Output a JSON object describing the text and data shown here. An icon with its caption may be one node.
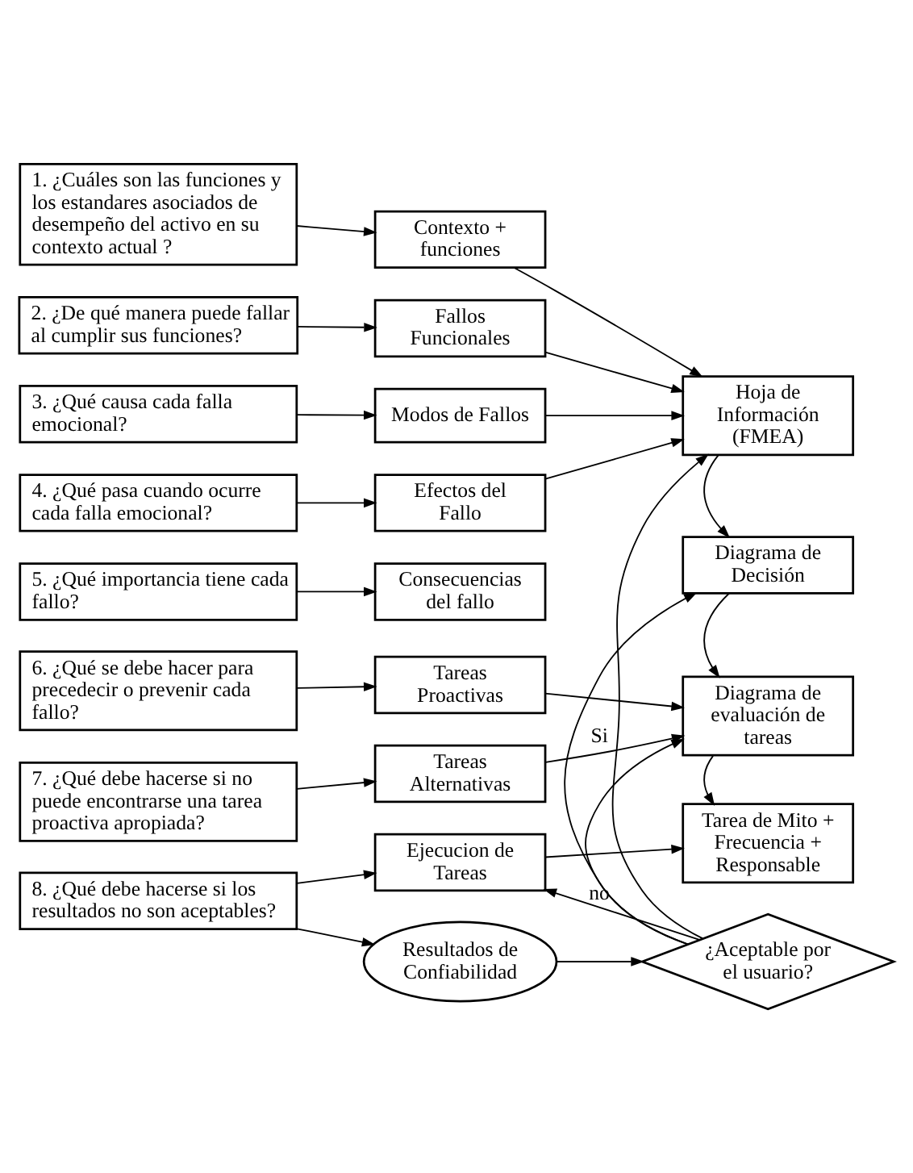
{
  "diagram": {
    "nodes": [
      {
        "text": [
          "1. ¿Cuáles son las funciones y los estandares asociados de desempeño del activo en su contexto actual ?"
        ]
      },
      {
        "text": [
          "2. ¿De qué manera puede fallar al cumplir sus funciones?"
        ]
      },
      {
        "text": [
          "3. ¿Qué causa cada falla emocional?"
        ]
      },
      {
        "text": [
          "4. ¿Qué pasa cuando ocurre cada falla emocional?"
        ]
      },
      {
        "text": [
          "5. ¿Qué importancia tiene cada fallo?"
        ]
      },
      {
        "text": [
          "6. ¿Qué se debe hacer para precedecir o prevenir cada fallo?"
        ]
      },
      {
        "text": [
          "7. ¿Qué debe hacerse si no puede encontrarse una tarea proactiva apropiada?"
        ]
      },
      {
        "text": [
          "8. ¿Qué debe hacerse si los resultados no son aceptables?"
        ]
      },
      {
        "text": [
          "Contexto + funciones"
        ]
      },
      {
        "text": [
          "Fallos Funcionales"
        ]
      },
      {
        "text": [
          "Modos de Fallos"
        ]
      },
      {
        "text": [
          "Efectos del Fallo"
        ]
      },
      {
        "text": [
          "Consecuencias del fallo"
        ]
      },
      {
        "text": [
          "Tareas Proactivas"
        ]
      },
      {
        "text": [
          "Tareas Alternativas"
        ]
      },
      {
        "text": [
          "Ejecucion de Tareas"
        ]
      },
      {
        "text": [
          "Hoja de Información (FMEA)"
        ]
      },
      {
        "text": [
          "Diagrama de Decisión"
        ]
      },
      {
        "text": [
          "Diagrama de evaluación de tareas"
        ]
      },
      {
        "text": [
          "Tarea de Mito + Frecuencia + Responsable"
        ]
      },
      {
        "text": [
          "Resultados de Confiabilidad"
        ]
      },
      {
        "text": [
          "¿Aceptable por el usuario?"
        ]
      }
    ],
    "edges": [
      {
        "from": 0,
        "to": 8,
        "arrow": "to"
      },
      {
        "from": 1,
        "to": 9,
        "arrow": "to"
      },
      {
        "from": 2,
        "to": 10,
        "arrow": "to"
      },
      {
        "from": 3,
        "to": 11,
        "arrow": "to"
      },
      {
        "from": 4,
        "to": 12,
        "arrow": "to"
      },
      {
        "from": 5,
        "to": 13,
        "arrow": "to"
      },
      {
        "from": 6,
        "to": 14,
        "arrow": "to"
      },
      {
        "from": 7,
        "to": 15,
        "arrow": "to"
      },
      {
        "from": 8,
        "to": 16,
        "arrow": "to"
      },
      {
        "from": 9,
        "to": 16,
        "arrow": "to"
      },
      {
        "from": 10,
        "to": 16,
        "arrow": "to"
      },
      {
        "from": 11,
        "to": 16,
        "arrow": "to"
      },
      {
        "from": 16,
        "to": 17,
        "arrow": "to"
      },
      {
        "from": 17,
        "to": 18,
        "arrow": "to"
      },
      {
        "from": 13,
        "to": 18,
        "arrow": "to"
      },
      {
        "from": 14,
        "to": 18,
        "arrow": "to"
      },
      {
        "from": 18,
        "to": 19,
        "arrow": "to"
      },
      {
        "from": 15,
        "to": 19,
        "arrow": "to"
      },
      {
        "from": 7,
        "to": 20,
        "arrow": "to"
      },
      {
        "from": 20,
        "to": 21,
        "arrow": "to"
      },
      {
        "from": 21,
        "to": 15,
        "arrow": "to",
        "label": "no"
      },
      {
        "from": 21,
        "to": 16,
        "arrow": "to",
        "label": "Si"
      },
      {
        "from": 21,
        "to": 17,
        "arrow": "to"
      },
      {
        "from": 21,
        "to": 18,
        "arrow": "to"
      }
    ]
  }
}
